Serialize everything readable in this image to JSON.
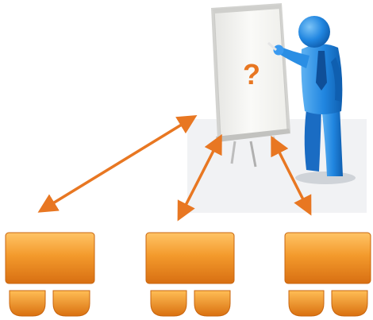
{
  "flipchart": {
    "symbol": "?"
  },
  "colors": {
    "accent": "#e87722",
    "table_orange": "#f39a2c",
    "table_orange_dark": "#d86f12",
    "figure_blue": "#1f7fd6",
    "figure_blue_dark": "#0f5fb0",
    "board_white": "#f7f7f5"
  },
  "icons": [
    "presenter-figure",
    "flipchart-easel",
    "audience-table",
    "audience-chair",
    "double-headed-arrow"
  ]
}
